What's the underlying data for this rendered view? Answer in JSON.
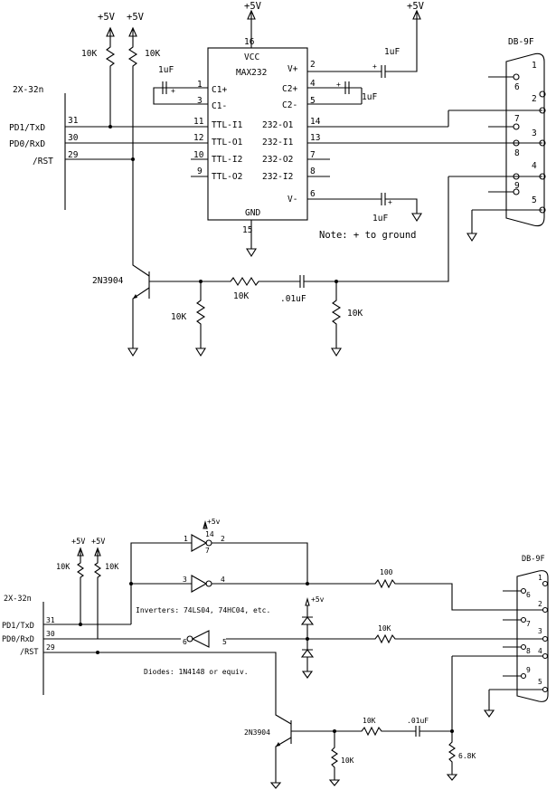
{
  "circuit_a": {
    "vcc1": "+5V",
    "vcc2": "+5V",
    "vcc3": "+5V",
    "vcc4": "+5V",
    "r_pullup1": "10K",
    "r_pullup2": "10K",
    "chip_label": "2X-32n",
    "pin_txd": "PD1/TxD",
    "pin_rxd": "PD0/RxD",
    "pin_rst": "/RST",
    "pin_txd_num": "31",
    "pin_rxd_num": "30",
    "pin_rst_num": "29",
    "ic_name": "MAX232",
    "ic_pins": {
      "vcc": "VCC",
      "gnd": "GND",
      "c1p": "C1+",
      "c1m": "C1-",
      "c2p": "C2+",
      "c2m": "C2-",
      "vp": "V+",
      "vm": "V-",
      "ttli1": "TTL-I1",
      "ttlo1": "TTL-O1",
      "ttli2": "TTL-I2",
      "ttlo2": "TTL-O2",
      "o1": "232-O1",
      "i1": "232-I1",
      "o2": "232-O2",
      "i2": "232-I2"
    },
    "ic_pin_nums": {
      "p16": "16",
      "p15": "15",
      "p1": "1",
      "p3": "3",
      "p11": "11",
      "p12": "12",
      "p10": "10",
      "p9": "9",
      "p2": "2",
      "p4": "4",
      "p5": "5",
      "p14": "14",
      "p13": "13",
      "p7": "7",
      "p8": "8",
      "p6": "6"
    },
    "cap_c1": "1uF",
    "cap_c2": "1uF",
    "cap_vp": "1uF",
    "cap_vm": "1uF",
    "plus": "+",
    "note": "Note: + to ground",
    "connector": "DB-9F",
    "db9": [
      "1",
      "2",
      "3",
      "4",
      "5",
      "6",
      "7",
      "8",
      "9"
    ],
    "transistor": "2N3904",
    "r_base": "10K",
    "r_be": "10K",
    "r_out": "10K",
    "cap_coupling": ".01uF"
  },
  "circuit_b": {
    "vcc1": "+5V",
    "vcc2": "+5V",
    "vcc_inv": "+5v",
    "vcc_diode": "+5v",
    "r_pullup1": "10K",
    "r_pullup2": "10K",
    "chip_label": "2X-32n",
    "pin_txd": "PD1/TxD",
    "pin_rxd": "PD0/RxD",
    "pin_rst": "/RST",
    "pin_txd_num": "31",
    "pin_rxd_num": "30",
    "pin_rst_num": "29",
    "inv1_in": "1",
    "inv1_out": "2",
    "inv1_vcc": "14",
    "inv1_gnd": "7",
    "inv2_in": "3",
    "inv2_out": "4",
    "inv3_in": "5",
    "inv3_out": "6",
    "inverters_note": "Inverters: 74LS04, 74HC04, etc.",
    "diodes_note": "Diodes: 1N4148 or equiv.",
    "r_tx": "100",
    "r_rx": "10K",
    "connector": "DB-9F",
    "db9": [
      "1",
      "2",
      "3",
      "4",
      "5",
      "6",
      "7",
      "8",
      "9"
    ],
    "transistor": "2N3904",
    "r_base": "10K",
    "r_be": "10K",
    "r_out": "6.8K",
    "cap_coupling": ".01uF"
  }
}
